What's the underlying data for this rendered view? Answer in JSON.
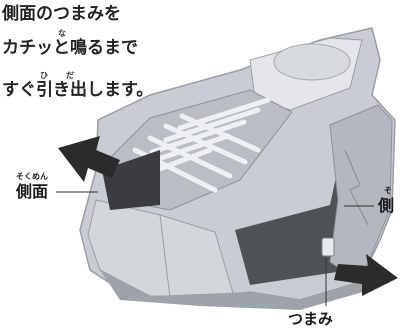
{
  "instruction": {
    "line1": "側面のつまみを",
    "line2": "カチッと鳴るまで",
    "line3": "すぐ引き出します。",
    "ruby_na": "な",
    "ruby_hi": "ひ",
    "ruby_da": "だ"
  },
  "labels": {
    "side_left": "側面",
    "side_left_ruby": "そくめん",
    "side_right": "側",
    "side_right_ruby": "そ",
    "knob": "つまみ"
  },
  "colors": {
    "shoe_body": "#c9ccd2",
    "shoe_shadow": "#8d9199",
    "inner_dark": "#3a3c40",
    "arrow": "#2b2b2b"
  }
}
